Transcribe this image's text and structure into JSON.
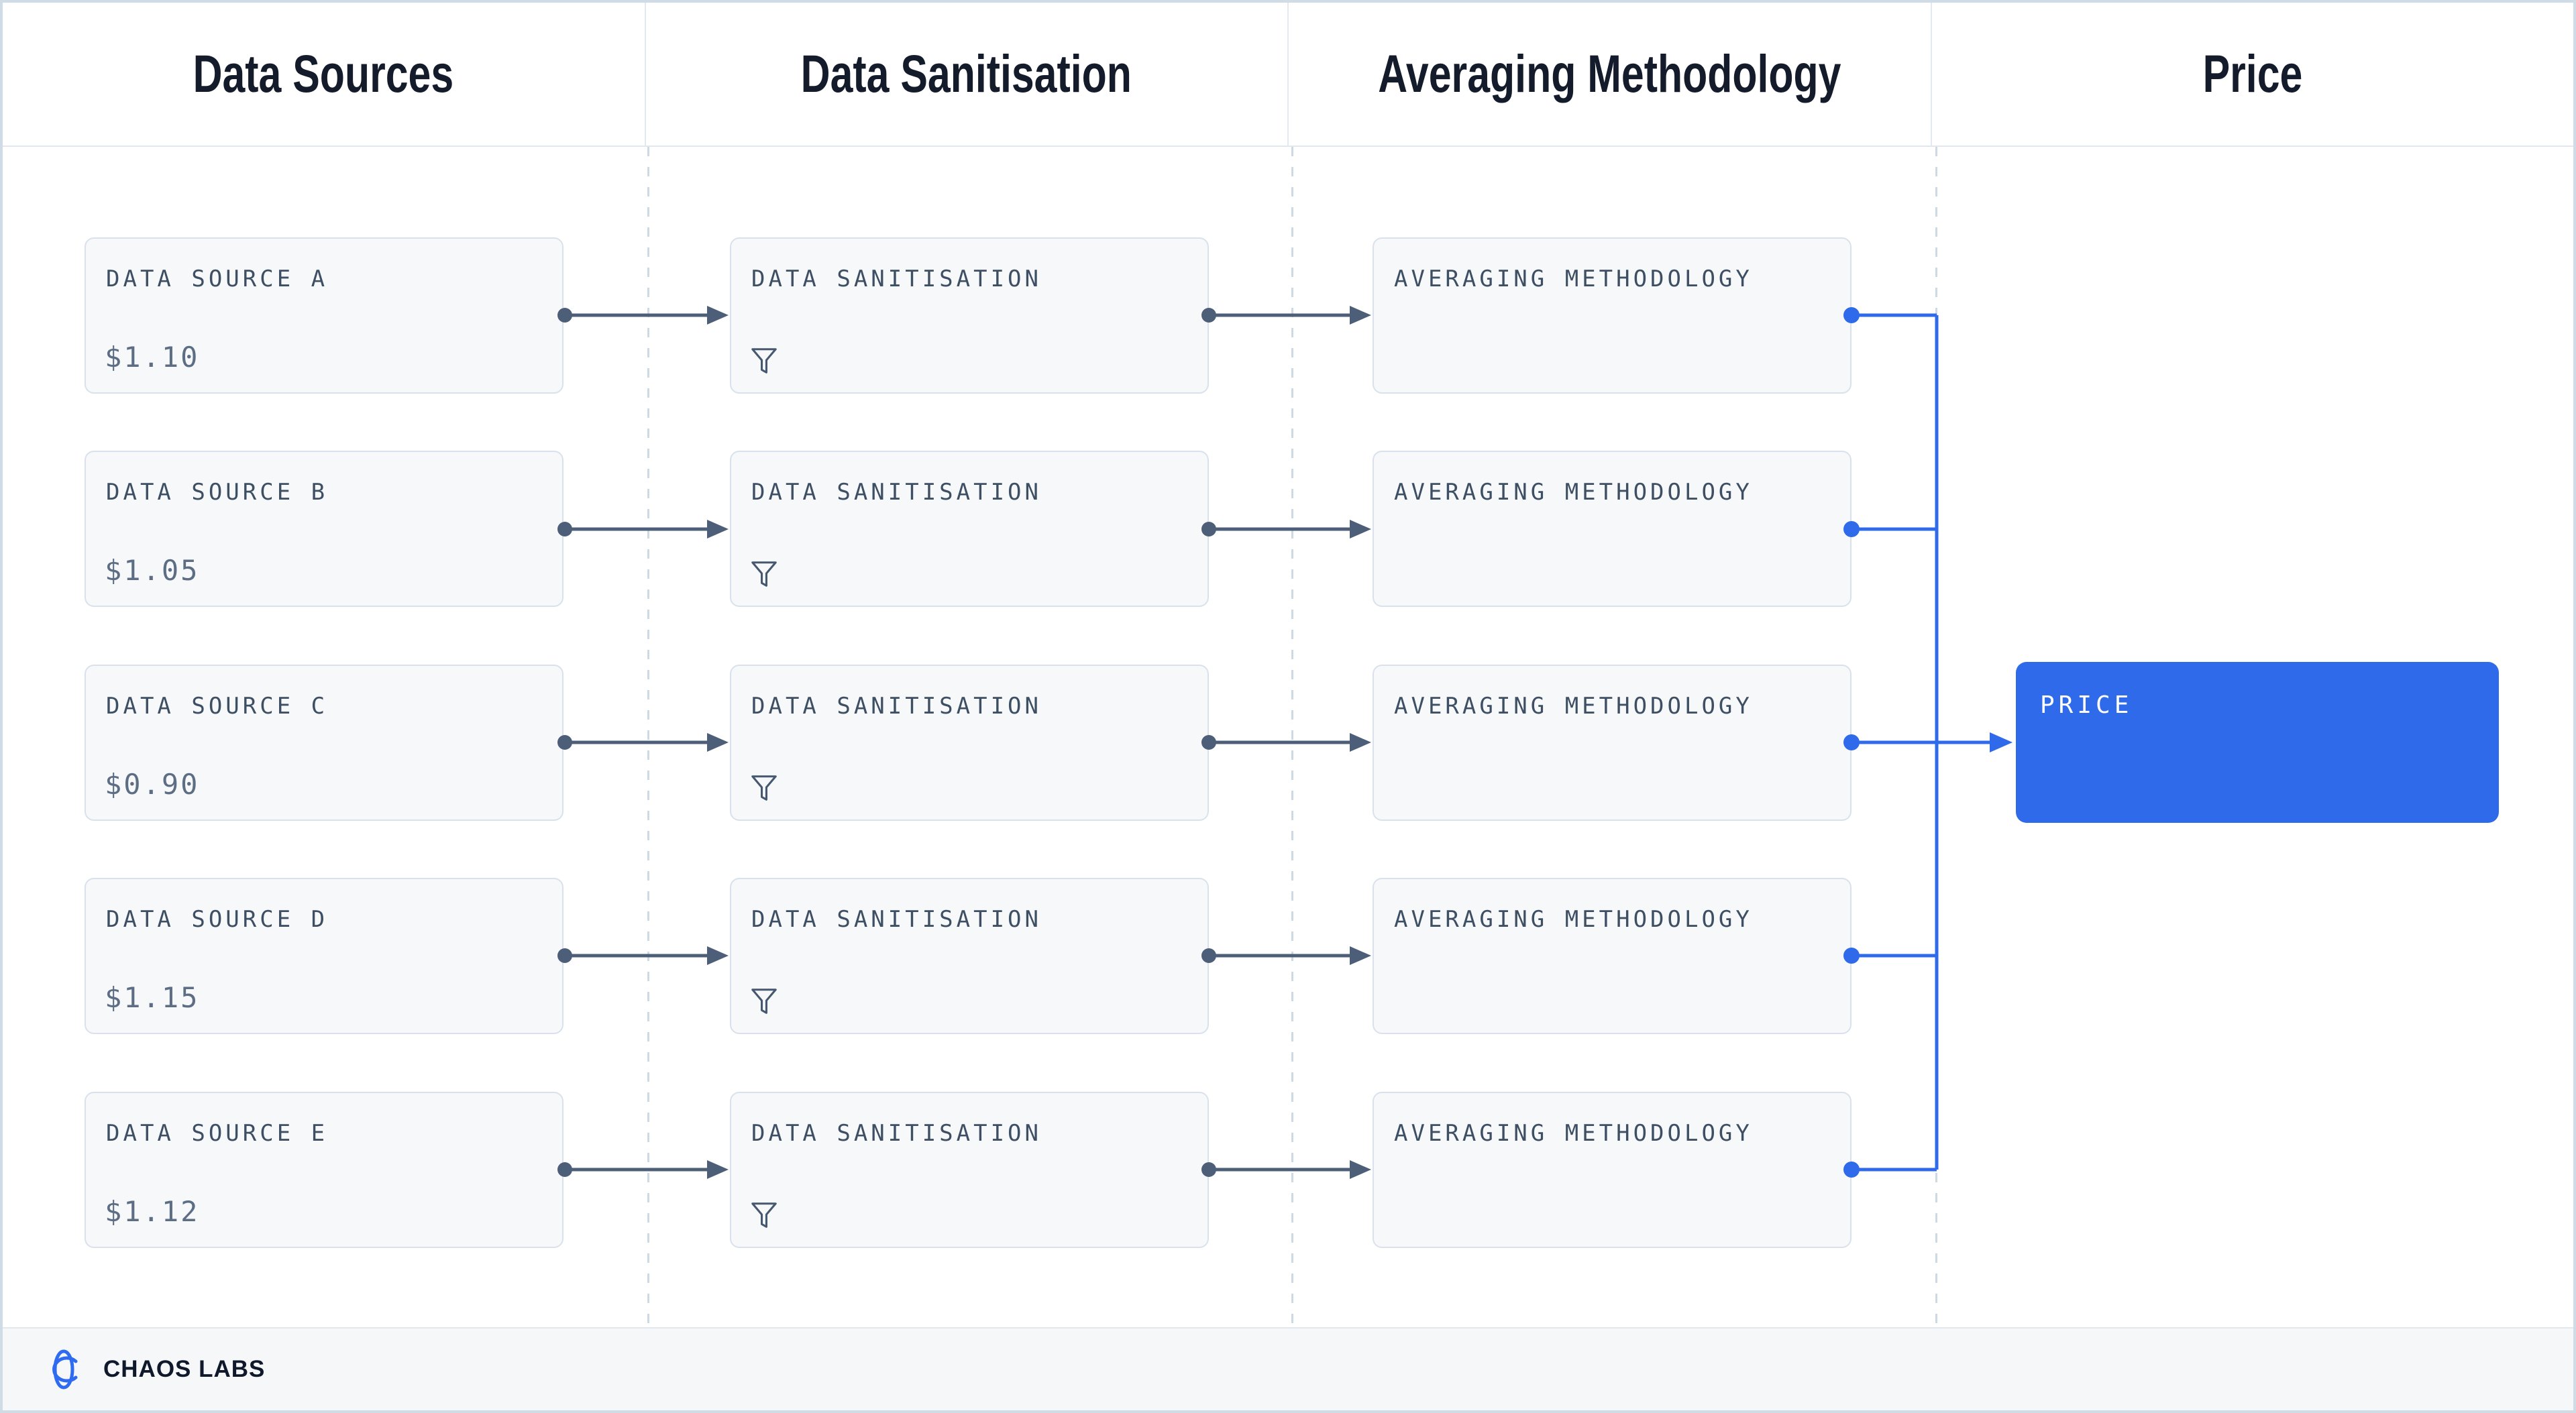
{
  "header": {
    "columns": [
      "Data Sources",
      "Data Sanitisation",
      "Averaging Methodology",
      "Price"
    ]
  },
  "rows": [
    {
      "source": "DATA SOURCE A",
      "price": "$1.10",
      "sanitisation": "DATA SANITISATION",
      "averaging": "AVERAGING METHODOLOGY"
    },
    {
      "source": "DATA SOURCE B",
      "price": "$1.05",
      "sanitisation": "DATA SANITISATION",
      "averaging": "AVERAGING METHODOLOGY"
    },
    {
      "source": "DATA SOURCE C",
      "price": "$0.90",
      "sanitisation": "DATA SANITISATION",
      "averaging": "AVERAGING METHODOLOGY"
    },
    {
      "source": "DATA SOURCE D",
      "price": "$1.15",
      "sanitisation": "DATA SANITISATION",
      "averaging": "AVERAGING METHODOLOGY"
    },
    {
      "source": "DATA SOURCE E",
      "price": "$1.12",
      "sanitisation": "DATA SANITISATION",
      "averaging": "AVERAGING METHODOLOGY"
    }
  ],
  "price_node": {
    "label": "PRICE"
  },
  "footer": {
    "brand": "CHAOS LABS"
  },
  "icons": {
    "sanitisation": "funnel-icon",
    "brand": "chaos-labs-logo-icon"
  },
  "colors": {
    "accent_blue": "#2e6ae9",
    "connector_slate": "#4d5e78",
    "node_background": "#f6f8fa",
    "node_border": "#d9e2ec",
    "node_label_text": "#3e4f64",
    "node_price_text": "#5d6d83",
    "header_text": "#141b2b",
    "canvas_border": "#cfdbe5",
    "footer_background": "#f5f7f9"
  }
}
